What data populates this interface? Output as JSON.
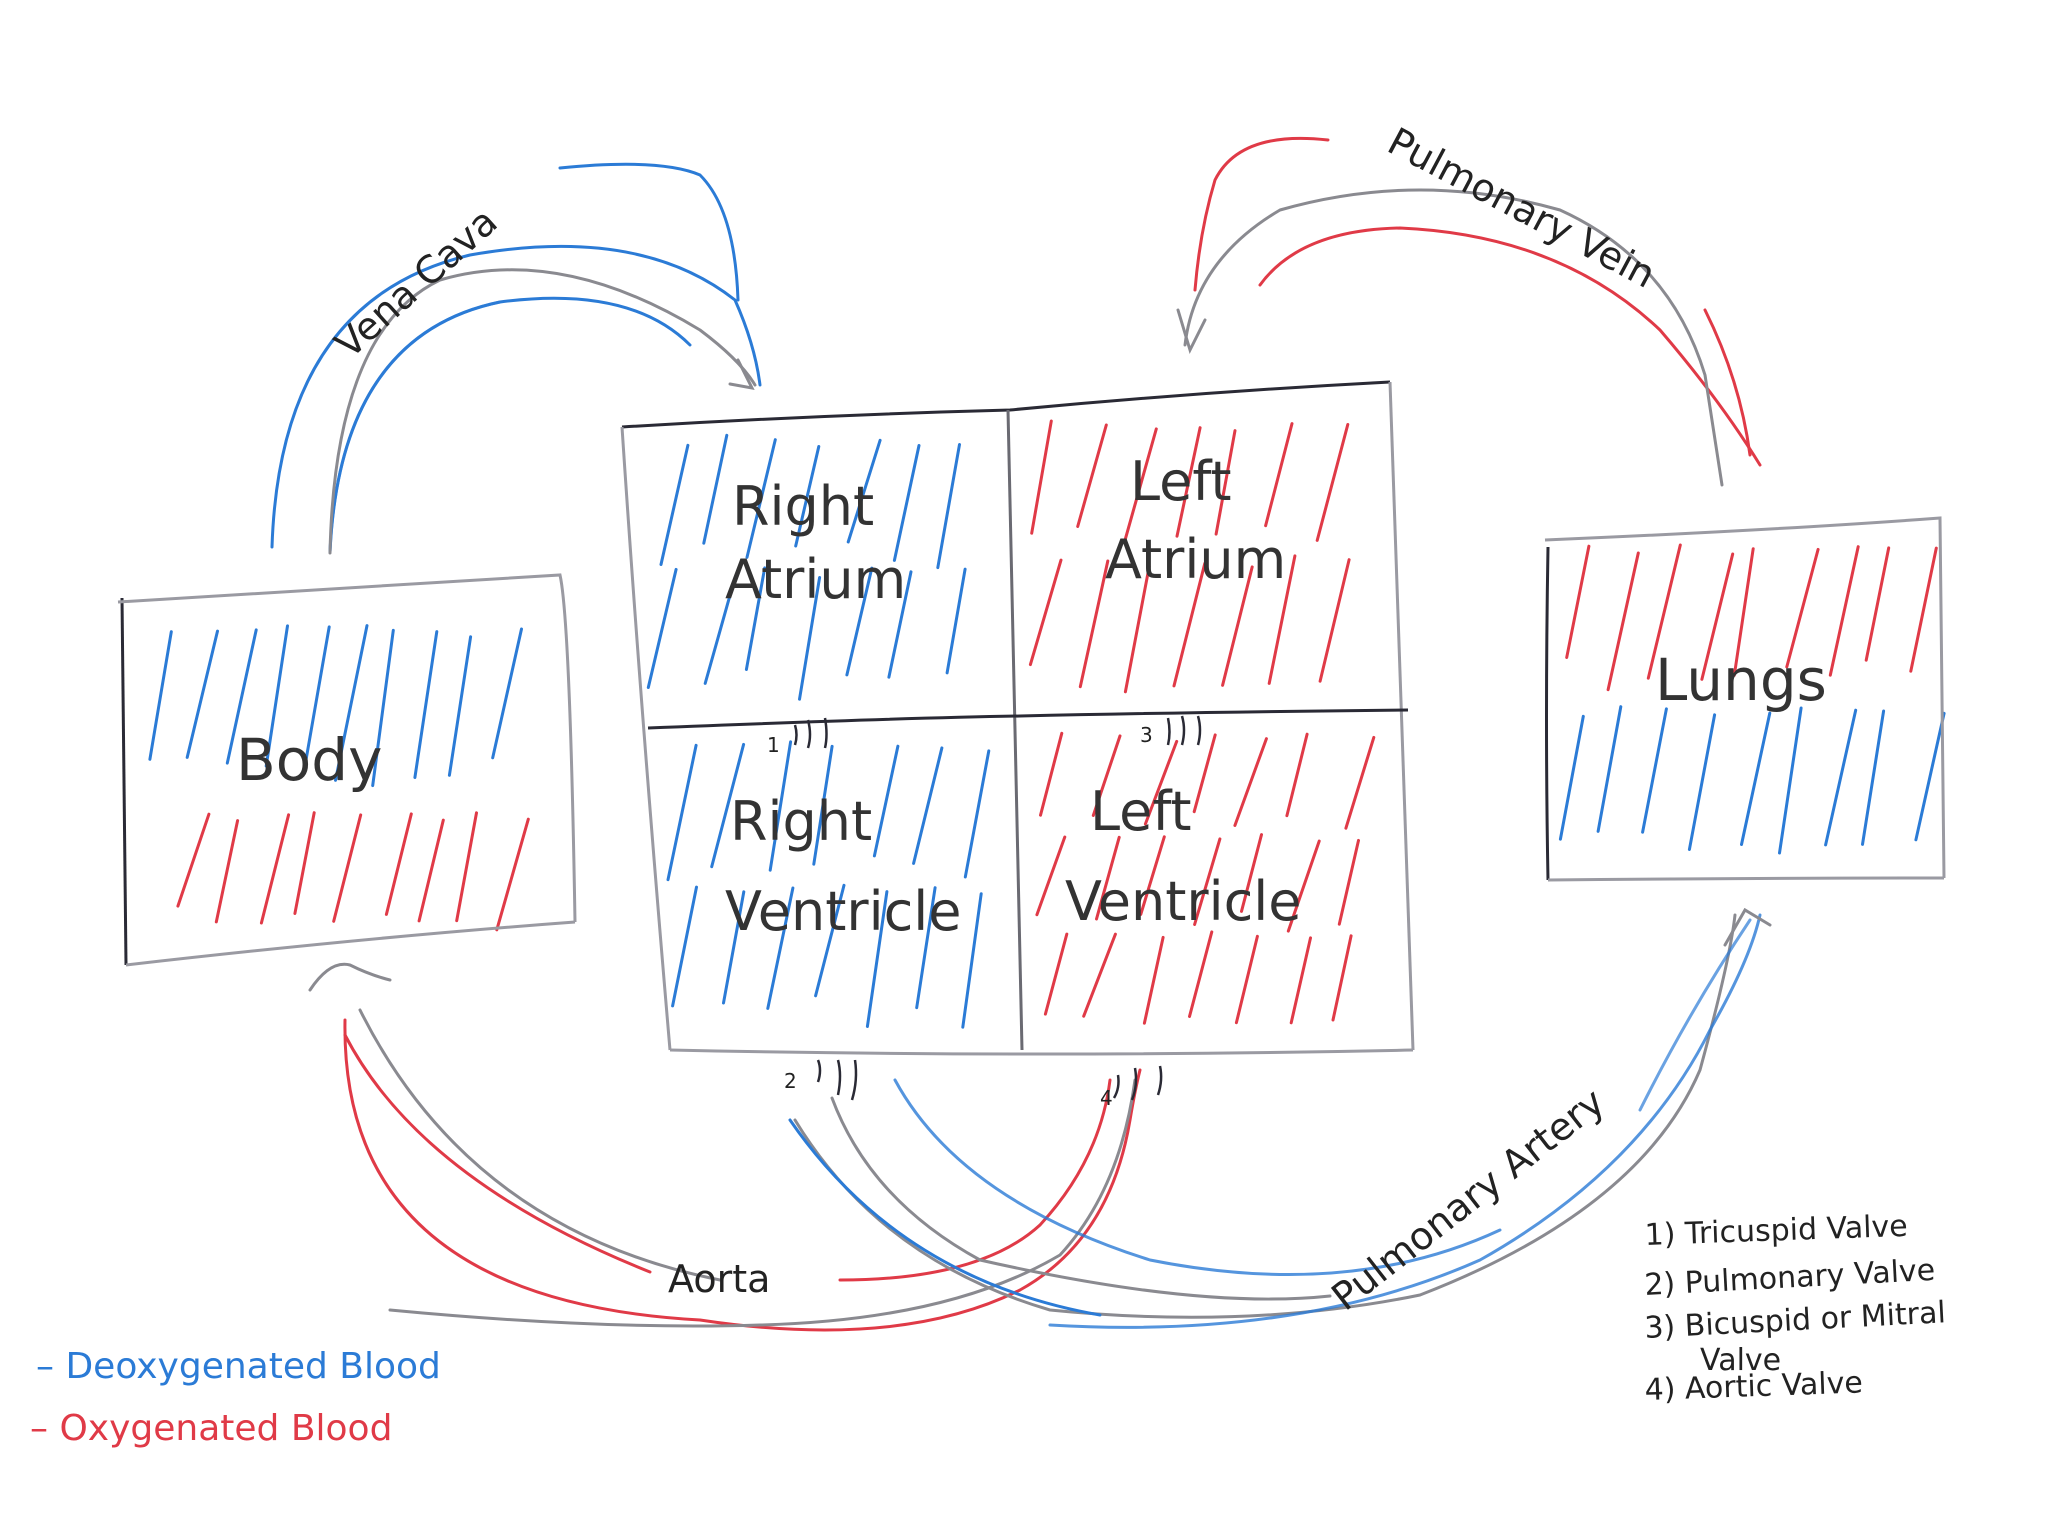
{
  "colors": {
    "deoxygenated": "#2b7bd6",
    "oxygenated": "#e03a47",
    "outline": "#2a2a35",
    "vessel_gray": "#8a8a90"
  },
  "boxes": {
    "body": "Body",
    "lungs": "Lungs"
  },
  "heart": {
    "right_atrium": [
      "Right",
      "Atrium"
    ],
    "left_atrium": [
      "Left",
      "Atrium"
    ],
    "right_ventricle": [
      "Right",
      "Ventricle"
    ],
    "left_ventricle": [
      "Left",
      "Ventricle"
    ]
  },
  "vessels": {
    "vena_cava": "Vena Cava",
    "pulmonary_vein": "Pulmonary Vein",
    "aorta": "Aorta",
    "pulmonary_artery": "Pulmonary Artery"
  },
  "valve_numbers": [
    "1",
    "2",
    "3",
    "4"
  ],
  "valve_key": [
    "1) Tricuspid Valve",
    "2) Pulmonary Valve",
    "3) Bicuspid or Mitral",
    "Valve",
    "4) Aortic Valve"
  ],
  "legend": {
    "deoxygenated": "– Deoxygenated Blood",
    "oxygenated": "– Oxygenated Blood"
  }
}
